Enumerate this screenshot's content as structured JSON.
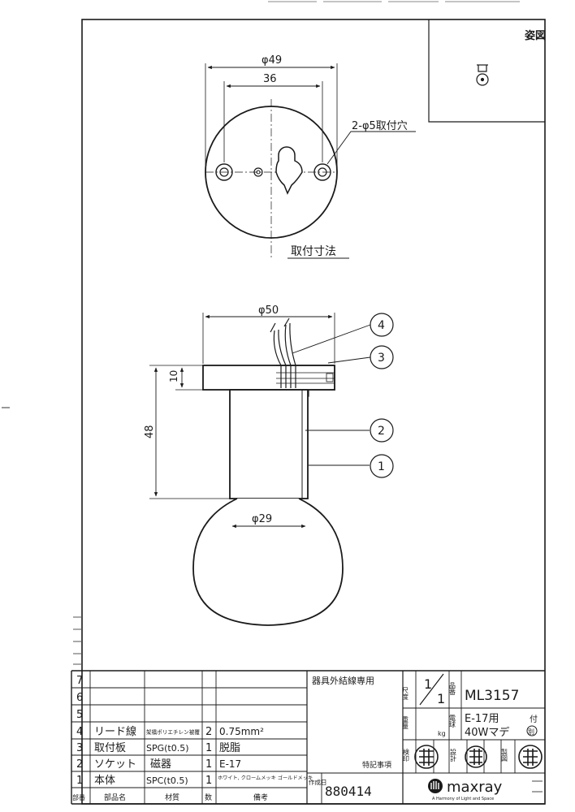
{
  "drawing": {
    "view_label": "姿図",
    "mount_view": {
      "dim_outer": "φ49",
      "dim_inner": "36",
      "hole_note": "2-φ5取付穴",
      "caption": "取付寸法"
    },
    "side_view": {
      "dim_top": "φ50",
      "dim_height": "48",
      "dim_plate": "10",
      "dim_socket": "φ29",
      "callouts": [
        "1",
        "2",
        "3",
        "4"
      ]
    }
  },
  "parts_table": {
    "headers": {
      "no": "部番",
      "name": "部品名",
      "material": "材質",
      "qty": "数",
      "note": "備考"
    },
    "rows": [
      {
        "no": "7",
        "name": "",
        "material": "",
        "qty": "",
        "note": ""
      },
      {
        "no": "6",
        "name": "",
        "material": "",
        "qty": "",
        "note": ""
      },
      {
        "no": "5",
        "name": "",
        "material": "",
        "qty": "",
        "note": ""
      },
      {
        "no": "4",
        "name": "リード線",
        "material": "架橋ポリエチレン被覆",
        "qty": "2",
        "note": "0.75mm²"
      },
      {
        "no": "3",
        "name": "取付板",
        "material": "SPG(t0.5)",
        "qty": "1",
        "note": "脱脂"
      },
      {
        "no": "2",
        "name": "ソケット",
        "material": "磁器",
        "qty": "1",
        "note": "E-17"
      },
      {
        "no": "1",
        "name": "本体",
        "material": "SPC(t0.5)",
        "qty": "1",
        "note": "ホワイト, クロームメッキ ゴールドメッキ"
      }
    ]
  },
  "title_block": {
    "note_wiring": "器具外結線専用",
    "special_notes": "特記事項",
    "scale_label": "尺度",
    "scale_num": "1",
    "scale_den": "1",
    "product_label": "品番",
    "product_no": "ML3157",
    "weight_label": "重量",
    "weight_unit": "kg",
    "bulb_label": "電球",
    "bulb_line1": "E-17用",
    "bulb_line2": "40Wマデ",
    "bulb_tag": "付",
    "bulb_seal": "別",
    "inspect_label": "検印",
    "design_label": "設計",
    "draw_label": "製図",
    "date_label": "作成日",
    "date": "880414",
    "brand": "maxray",
    "tagline": "A Harmony of Light and Space"
  }
}
